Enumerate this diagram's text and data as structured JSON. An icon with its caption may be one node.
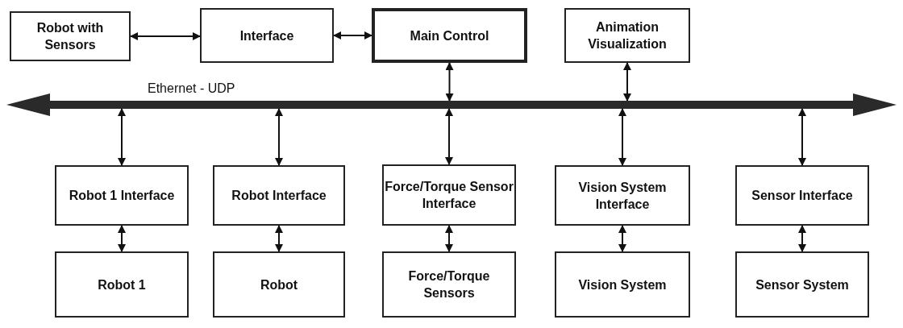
{
  "diagram": {
    "nodes": [
      {
        "text": [
          "Robot with Sensors"
        ]
      },
      {
        "text": [
          "Interface"
        ]
      },
      {
        "text": [
          "Main Control"
        ]
      },
      {
        "text": [
          "Animation Visualization"
        ]
      },
      {
        "text": [],
        "shape": "bar",
        "beside": [
          "Ethernet - UDP"
        ]
      },
      {
        "text": [
          "Robot 1 Interface"
        ]
      },
      {
        "text": [
          "Robot Interface"
        ]
      },
      {
        "text": [
          "Force/Torque Sensor Interface"
        ]
      },
      {
        "text": [
          "Vision System Interface"
        ]
      },
      {
        "text": [
          "Sensor Interface"
        ]
      },
      {
        "text": [
          "Robot 1"
        ]
      },
      {
        "text": [
          "Robot"
        ]
      },
      {
        "text": [
          "Force/Torque Sensors"
        ]
      },
      {
        "text": [
          "Vision System"
        ]
      },
      {
        "text": [
          "Sensor System"
        ]
      }
    ],
    "edges": [
      {
        "from": 0,
        "to": 1,
        "arrow": "both"
      },
      {
        "from": 1,
        "to": 2,
        "arrow": "both"
      },
      {
        "from": 2,
        "to": 4,
        "arrow": "both"
      },
      {
        "from": 3,
        "to": 4,
        "arrow": "both"
      },
      {
        "from": 4,
        "to": 5,
        "arrow": "both"
      },
      {
        "from": 4,
        "to": 6,
        "arrow": "both"
      },
      {
        "from": 4,
        "to": 7,
        "arrow": "both"
      },
      {
        "from": 4,
        "to": 8,
        "arrow": "both"
      },
      {
        "from": 4,
        "to": 9,
        "arrow": "both"
      },
      {
        "from": 5,
        "to": 10,
        "arrow": "both"
      },
      {
        "from": 6,
        "to": 11,
        "arrow": "both"
      },
      {
        "from": 7,
        "to": 12,
        "arrow": "both"
      },
      {
        "from": 8,
        "to": 13,
        "arrow": "both"
      },
      {
        "from": 9,
        "to": 14,
        "arrow": "both"
      }
    ]
  }
}
